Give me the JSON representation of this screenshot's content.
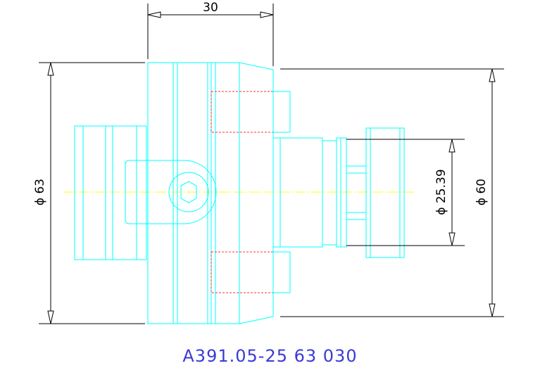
{
  "dimensions": {
    "top_width": "30",
    "left_diameter": "ϕ 63",
    "inner_diameter": "ϕ 25.39",
    "right_diameter": "ϕ 60"
  },
  "part_number": "A391.05-25 63 030",
  "colors": {
    "outline": "#00ffff",
    "dimension_lines": "#000000",
    "hidden_lines": "#ff3333",
    "centerline": "#ffff00",
    "part_number_text": "#3a3ad6"
  }
}
